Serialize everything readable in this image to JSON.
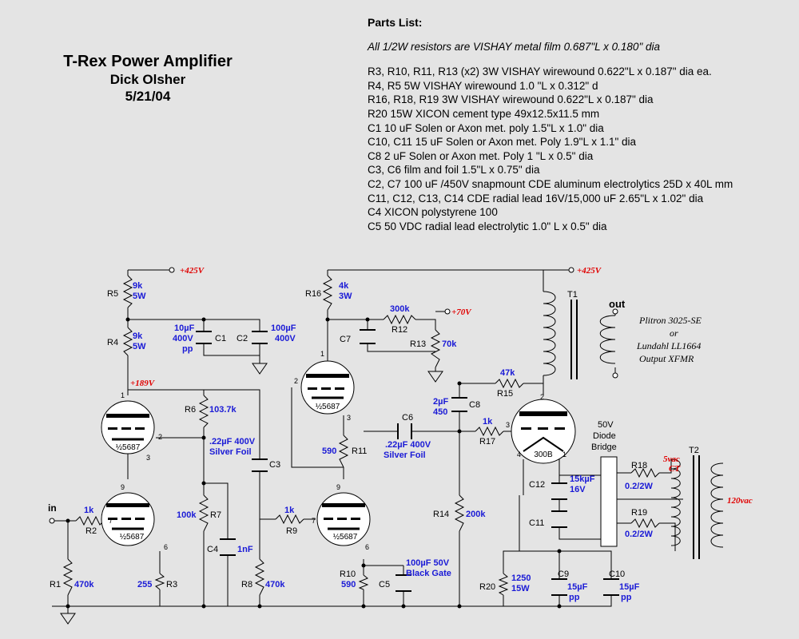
{
  "title": {
    "line1": "T-Rex Power Amplifier",
    "line2": "Dick Olsher",
    "line3": "5/21/04"
  },
  "parts_list": {
    "heading": "Parts List:",
    "note": "All 1/2W resistors are VISHAY metal film 0.687\"L x 0.180\" dia",
    "items": [
      "R3, R10, R11, R13 (x2) 3W VISHAY wirewound 0.622\"L x 0.187\" dia ea.",
      "R4, R5 5W VISHAY wirewound 1.0 \"L x 0.312\" d",
      "R16, R18, R19 3W VISHAY wirewound 0.622\"L x 0.187\" dia",
      "R20 15W XICON cement type 49x12.5x11.5 mm",
      "C1 10 uF Solen or Axon met. poly 1.5\"L x 1.0\" dia",
      "C10, C11 15 uF Solen or Axon met. Poly 1.9\"L x 1.1\" dia",
      "C8 2 uF Solen or Axon met. Poly 1 \"L x 0.5\" dia",
      "C3, C6 film and foil 1.5\"L x 0.75\" dia",
      "C2, C7 100 uF /450V snapmount CDE aluminum electrolytics 25D x 40L mm",
      "C11, C12, C13, C14 CDE radial lead 16V/15,000 uF 2.65\"L x 1.02\" dia",
      "C4  XICON polystyrene 100",
      "C5  50 VDC radial lead electrolytic 1.0\" L x 0.5\" dia"
    ]
  },
  "rails": {
    "v425": "+425V",
    "v189": "+189V",
    "v70": "+70V",
    "v5ac": "5vac",
    "ct": "CT",
    "v120": "120vac"
  },
  "components": {
    "R1": {
      "ref": "R1",
      "val": "470k"
    },
    "R2": {
      "ref": "R2",
      "val": "1k"
    },
    "R3": {
      "ref": "R3",
      "val": "255"
    },
    "R4": {
      "ref": "R4",
      "val1": "9k",
      "val2": "5W"
    },
    "R5": {
      "ref": "R5",
      "val1": "9k",
      "val2": "5W"
    },
    "R6": {
      "ref": "R6",
      "val": "103.7k"
    },
    "R7": {
      "ref": "R7",
      "val": "100k"
    },
    "R8": {
      "ref": "R8",
      "val": "470k"
    },
    "R9": {
      "ref": "R9",
      "val": "1k"
    },
    "R10": {
      "ref": "R10",
      "val": "590"
    },
    "R11": {
      "ref": "R11",
      "val": "590"
    },
    "R12": {
      "ref": "R12",
      "val": "300k"
    },
    "R13": {
      "ref": "R13",
      "val": "70k"
    },
    "R14": {
      "ref": "R14",
      "val": "200k"
    },
    "R15": {
      "ref": "R15",
      "val": "47k"
    },
    "R16": {
      "ref": "R16",
      "val1": "4k",
      "val2": "3W"
    },
    "R17": {
      "ref": "R17",
      "val": "1k"
    },
    "R18": {
      "ref": "R18",
      "val": "0.2/2W"
    },
    "R19": {
      "ref": "R19",
      "val": "0.2/2W"
    },
    "R20": {
      "ref": "R20",
      "val1": "1250",
      "val2": "15W"
    },
    "C1": {
      "ref": "C1",
      "val1": "10µF",
      "val2": "400V",
      "val3": "pp"
    },
    "C2": {
      "ref": "C2",
      "val1": "100µF",
      "val2": "400V"
    },
    "C3": {
      "ref": "C3",
      "val1": ".22µF 400V",
      "val2": "Silver Foil"
    },
    "C4": {
      "ref": "C4",
      "val": "1nF"
    },
    "C5": {
      "ref": "C5",
      "val1": "100µF 50V",
      "val2": "Black Gate"
    },
    "C6": {
      "ref": "C6",
      "val1": ".22µF 400V",
      "val2": "Silver Foil"
    },
    "C7": {
      "ref": "C7"
    },
    "C8": {
      "ref": "C8",
      "val1": "2µF",
      "val2": "450"
    },
    "C9": {
      "ref": "C9",
      "val1": "15µF",
      "val2": "pp"
    },
    "C10": {
      "ref": "C10",
      "val1": "15µF",
      "val2": "pp"
    },
    "C11": {
      "ref": "C11"
    },
    "C12": {
      "ref": "C12",
      "val1": "15kµF",
      "val2": "16V"
    },
    "T1": {
      "ref": "T1"
    },
    "T2": {
      "ref": "T2"
    }
  },
  "tubes": {
    "v1": "½5687",
    "v2": "½5687",
    "v3": "½5687",
    "v4": "½5687",
    "v5": "300B"
  },
  "labels": {
    "in": "in",
    "out": "out",
    "bridge1": "50V",
    "bridge2": "Diode",
    "bridge3": "Bridge"
  },
  "xfmr_note": {
    "l1": "Plitron 3025-SE",
    "l2": "or",
    "l3": "Lundahl LL1664",
    "l4": "Output XFMR"
  },
  "pins": {
    "p1": "1",
    "p2": "2",
    "p3": "3",
    "p4": "4",
    "p6": "6",
    "p7": "7",
    "p9": "9"
  }
}
